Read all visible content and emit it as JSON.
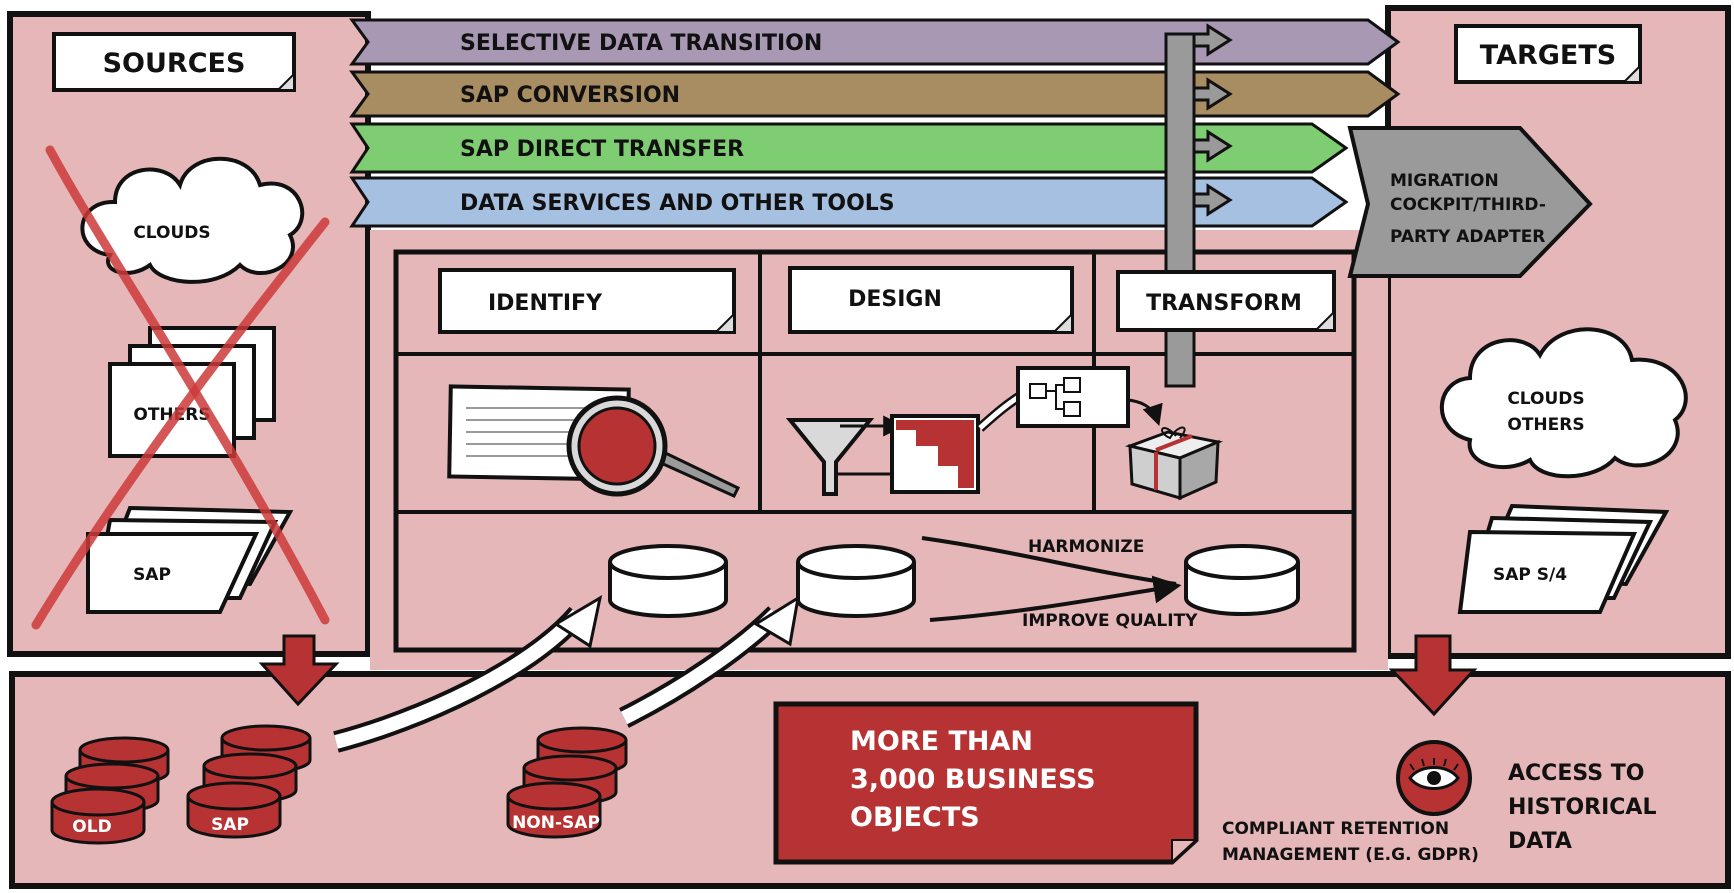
{
  "sources": {
    "title": "SOURCES",
    "items": [
      "CLOUDS",
      "OTHERS",
      "SAP"
    ]
  },
  "targets": {
    "title": "TARGETS",
    "items": [
      "CLOUDS",
      "OTHERS",
      "SAP S/4"
    ]
  },
  "arrows": [
    {
      "label": "SELECTIVE DATA TRANSITION",
      "color": "#a898b4"
    },
    {
      "label": "SAP CONVERSION",
      "color": "#a88c62"
    },
    {
      "label": "SAP DIRECT TRANSFER",
      "color": "#7fcd72"
    },
    {
      "label": "DATA SERVICES AND OTHER TOOLS",
      "color": "#a6c0e2"
    }
  ],
  "adapter": {
    "lines": [
      "MIGRATION",
      "COCKPIT/THIRD-",
      "PARTY ADAPTER"
    ],
    "color": "#9a9a9a"
  },
  "phases": [
    "IDENTIFY",
    "DESIGN",
    "TRANSFORM"
  ],
  "flow": {
    "upper": "HARMONIZE",
    "lower": "IMPROVE QUALITY"
  },
  "databases": {
    "old": "OLD",
    "sap": "SAP",
    "nonsap": "NON-SAP"
  },
  "business_objects": {
    "lines": [
      "MORE THAN",
      "3,000 BUSINESS",
      "OBJECTS"
    ]
  },
  "retention": {
    "lines": [
      "COMPLIANT RETENTION",
      "MANAGEMENT (E.G. GDPR)"
    ]
  },
  "historical": {
    "lines": [
      "ACCESS TO",
      "HISTORICAL",
      "DATA"
    ]
  },
  "colors": {
    "panel": "#e6b7b9",
    "accent": "#b73232",
    "cross": "#cc3a3a",
    "outline": "#111111"
  }
}
